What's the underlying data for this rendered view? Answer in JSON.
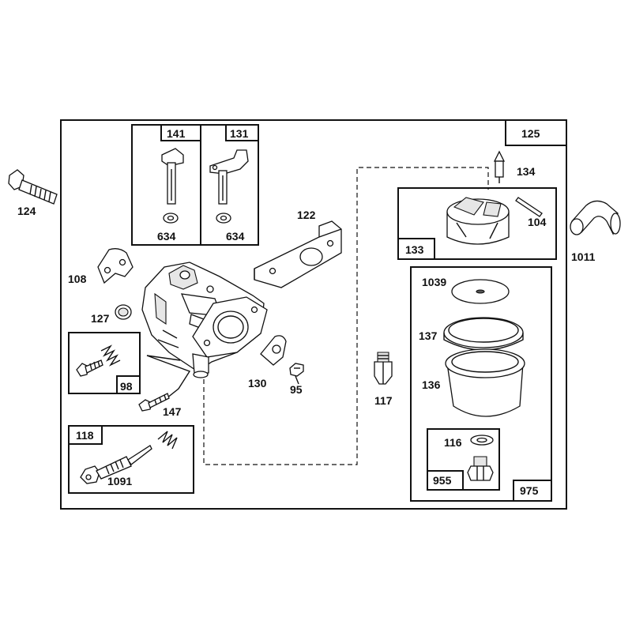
{
  "diagram": {
    "callouts": {
      "p124": "124",
      "p141": "141",
      "p131": "131",
      "p634a": "634",
      "p634b": "634",
      "p125": "125",
      "p134": "134",
      "p104": "104",
      "p133": "133",
      "p1011": "1011",
      "p122": "122",
      "p108": "108",
      "p127": "127",
      "p98": "98",
      "p147": "147",
      "p130": "130",
      "p95": "95",
      "p117": "117",
      "p1039": "1039",
      "p137": "137",
      "p136": "136",
      "p116": "116",
      "p955": "955",
      "p975": "975",
      "p118": "118",
      "p1091": "1091"
    }
  }
}
